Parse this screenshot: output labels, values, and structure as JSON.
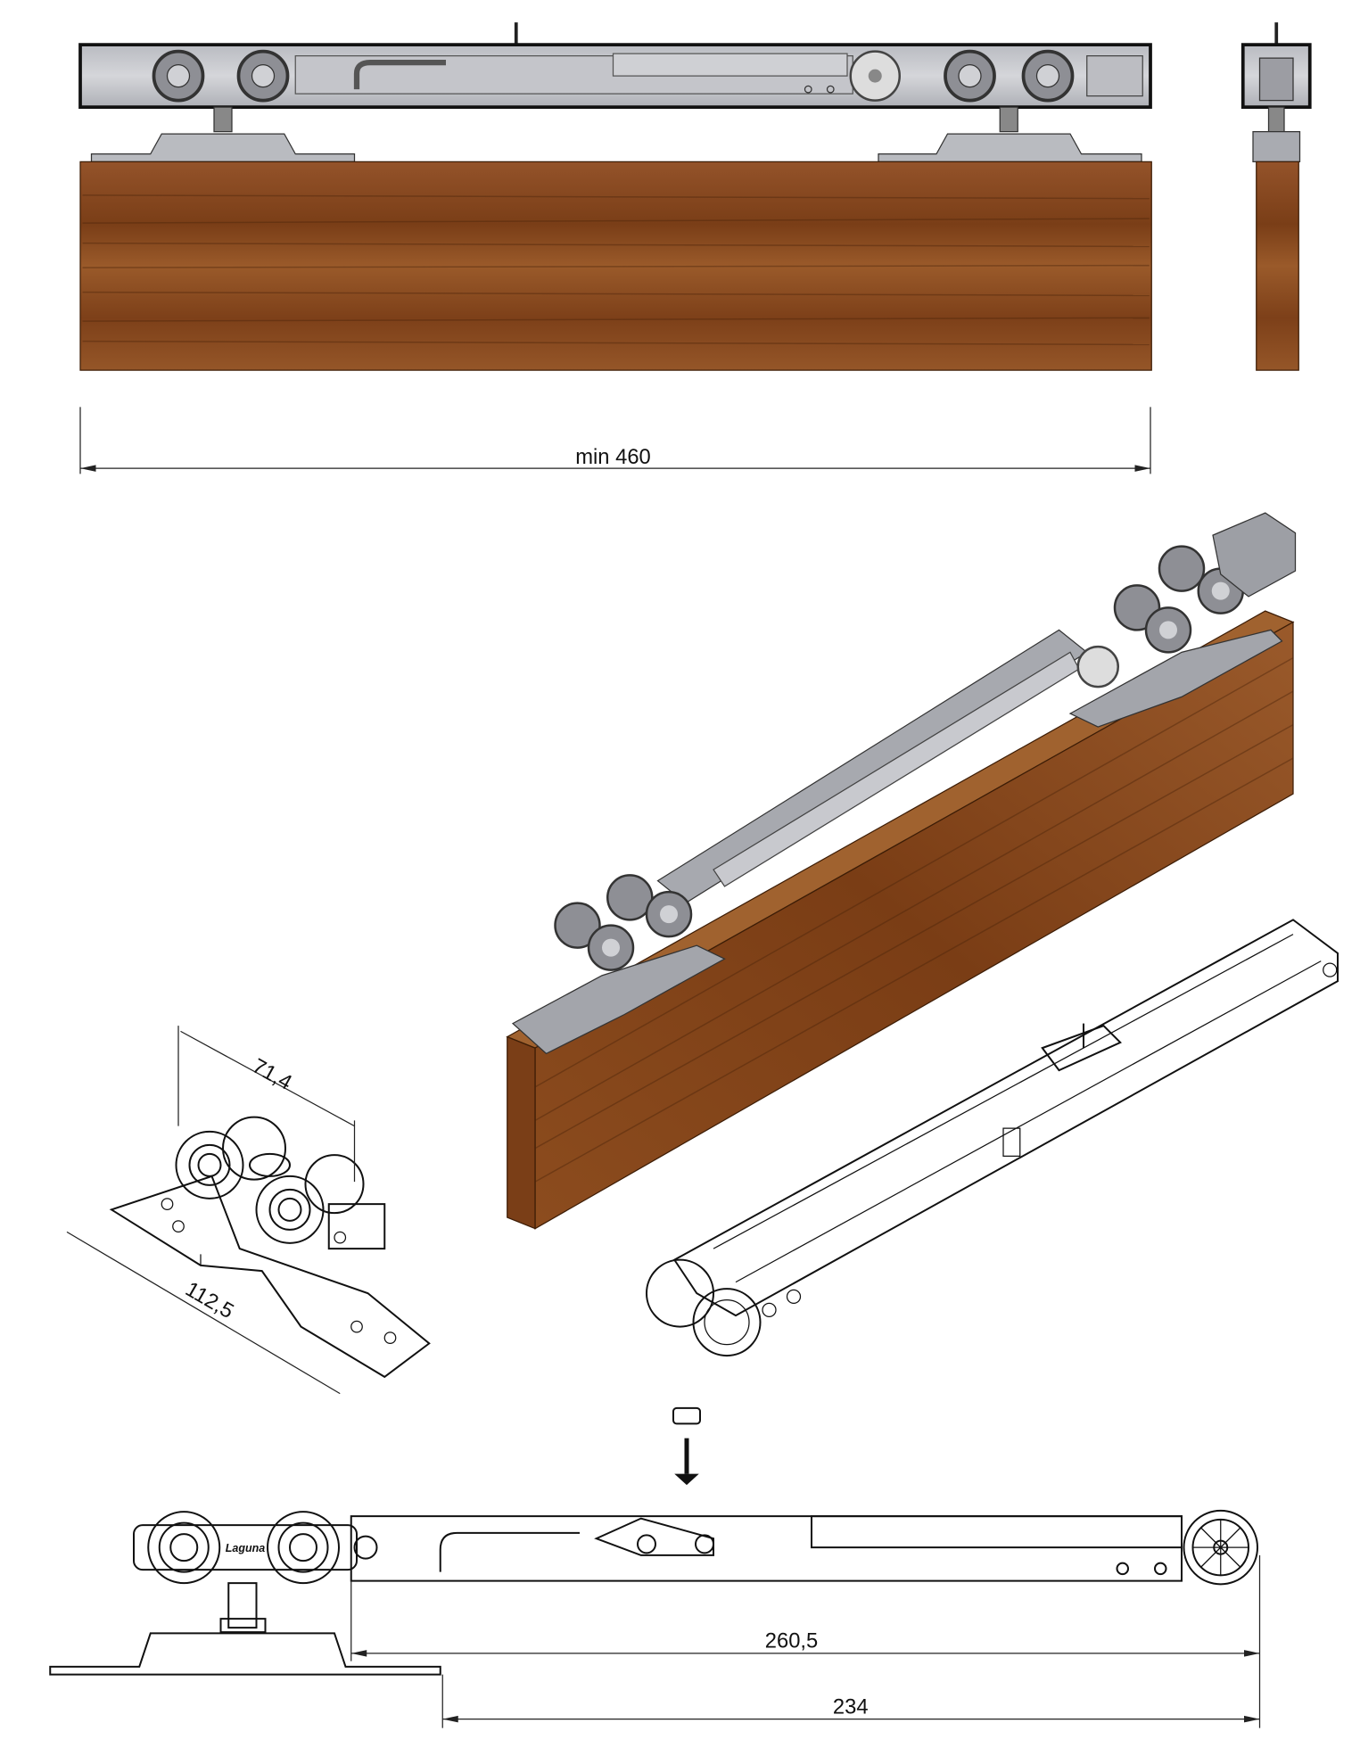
{
  "dimensions": {
    "min_length": "min 460",
    "carriage_width": "71,4",
    "carriage_length": "112,5",
    "overall_length": "260,5",
    "mount_length": "234"
  },
  "logo_text": "Laguna",
  "colors": {
    "wood": "#8a4a1c",
    "wood_dark": "#5e2e0e",
    "track": "#c9cacf",
    "metal": "#9a9ca3",
    "line": "#111111"
  }
}
